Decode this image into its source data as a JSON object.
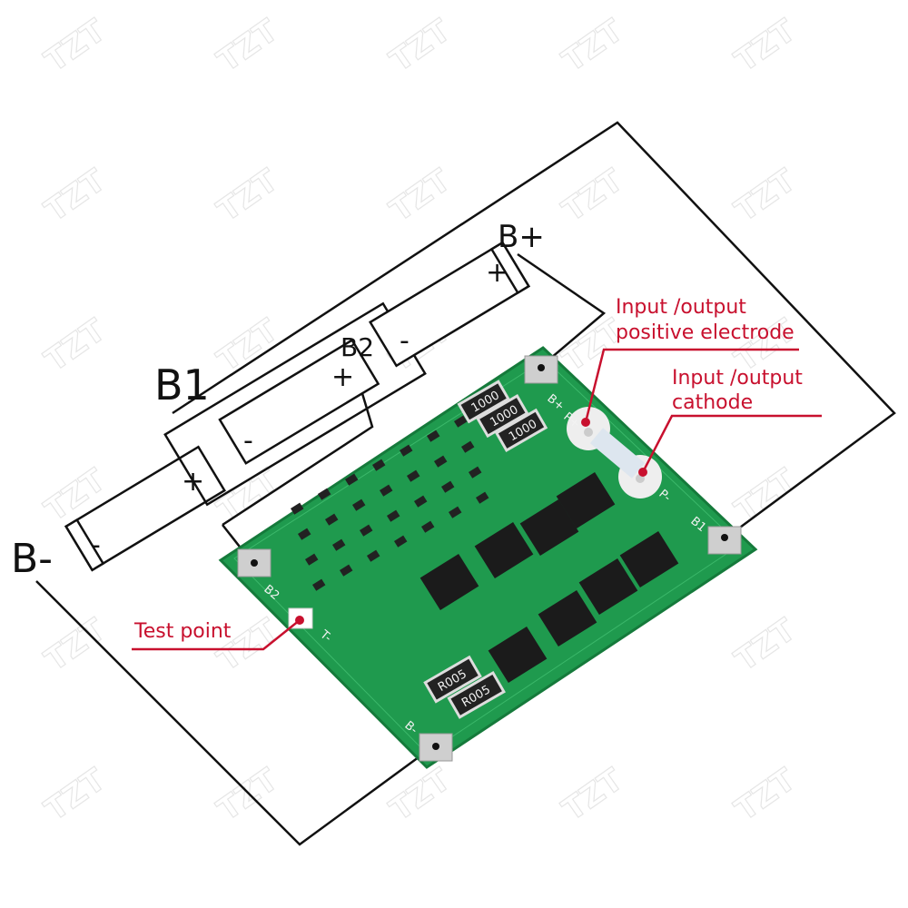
{
  "watermark": "TZT",
  "battery": {
    "terminals": {
      "b_minus": "B-",
      "b1": "B1",
      "b2": "B2",
      "b_plus": "B+"
    },
    "cells": [
      {
        "plus": "+",
        "minus": "-"
      },
      {
        "plus": "+",
        "minus": "-"
      },
      {
        "plus": "+",
        "minus": "-"
      }
    ]
  },
  "annotations": {
    "positive": "Input /output\npositive electrode",
    "positive_l1": "Input /output",
    "positive_l2": "positive electrode",
    "cathode_l1": "Input /output",
    "cathode_l2": "cathode",
    "test_point": "Test point"
  },
  "board": {
    "silk": {
      "b_plus": "B+",
      "p_plus": "P+",
      "p_minus": "P-",
      "b1": "B1",
      "b2": "B2",
      "b_minus": "B-",
      "t": "T-"
    },
    "resistors": [
      "1000",
      "1000",
      "1000"
    ],
    "shunts": [
      "R005",
      "R005"
    ]
  },
  "colors": {
    "pcb": "#1f9a4e",
    "annotation": "#c8102e",
    "wire": "#111111"
  }
}
